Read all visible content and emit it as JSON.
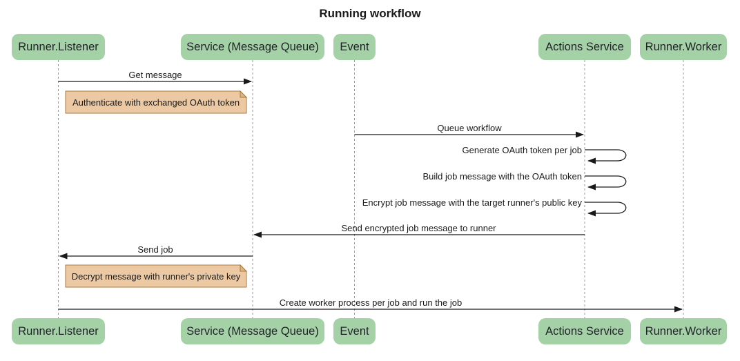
{
  "title": "Running workflow",
  "diagram": {
    "participants": [
      {
        "name": "Runner.Listener"
      },
      {
        "name": "Service (Message Queue)"
      },
      {
        "name": "Event"
      },
      {
        "name": "Actions Service"
      },
      {
        "name": "Runner.Worker"
      }
    ],
    "messages": [
      {
        "label": "Get message",
        "from": "Runner.Listener",
        "to": "Service (Message Queue)"
      },
      {
        "label": "Queue workflow",
        "from": "Event",
        "to": "Actions Service"
      },
      {
        "label": "Generate OAuth token per job",
        "from": "Actions Service",
        "to": "Actions Service"
      },
      {
        "label": "Build job message with the OAuth token",
        "from": "Actions Service",
        "to": "Actions Service"
      },
      {
        "label": "Encrypt job message with the target runner's public key",
        "from": "Actions Service",
        "to": "Actions Service"
      },
      {
        "label": "Send encrypted job message to runner",
        "from": "Actions Service",
        "to": "Service (Message Queue)"
      },
      {
        "label": "Send job",
        "from": "Service (Message Queue)",
        "to": "Runner.Listener"
      },
      {
        "label": "Create worker process per job and run the job",
        "from": "Runner.Listener",
        "to": "Runner.Worker"
      }
    ],
    "notes": [
      {
        "text": "Authenticate with exchanged OAuth token"
      },
      {
        "text": "Decrypt message with runner's private key"
      }
    ]
  },
  "colors": {
    "background": "#ffffff",
    "participant_fill": "#a4d1a6",
    "participant_text": "#1f2328",
    "note_fill": "#ecc9a3",
    "note_border": "#a9793d",
    "note_fold": "#ddb588",
    "line": "#1a1a1a",
    "lifeline": "#999999"
  }
}
